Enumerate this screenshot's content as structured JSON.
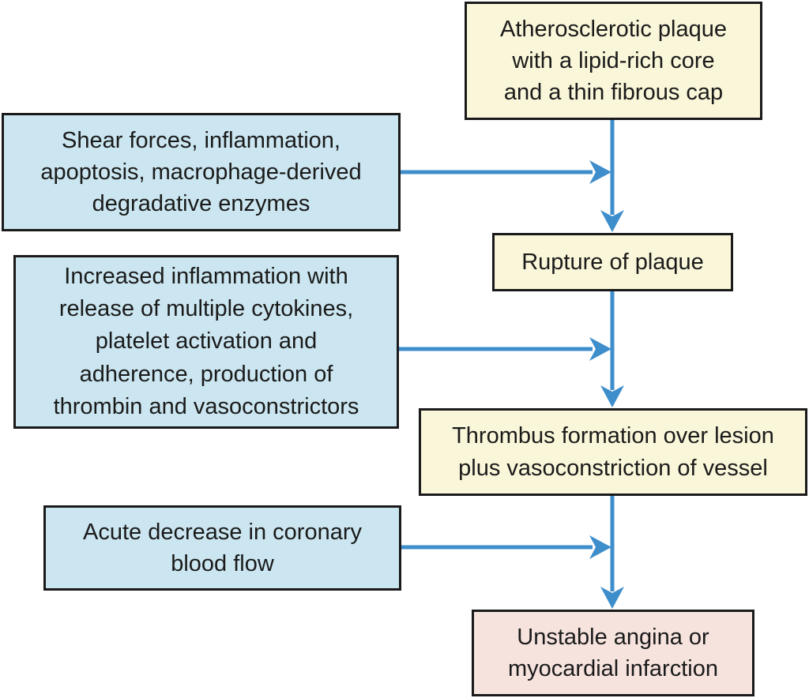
{
  "colors": {
    "background": "#ffffff",
    "node-yellow": "#faf6d9",
    "node-blue": "#cbe6f0",
    "node-pink": "#f6e3de",
    "border": "#1a1a1a",
    "text": "#1a1a1a",
    "arrow": "#3e8ecc"
  },
  "nodes": [
    {
      "id": "atherosclerotic-plaque",
      "type": "yellow",
      "lines": [
        "Atherosclerotic plaque",
        "with a lipid-rich core",
        "and a thin fibrous cap"
      ]
    },
    {
      "id": "shear-forces",
      "type": "blue",
      "lines": [
        "Shear forces, inflammation,",
        "apoptosis, macrophage-derived",
        "degradative enzymes"
      ]
    },
    {
      "id": "rupture-of-plaque",
      "type": "yellow",
      "lines": [
        "Rupture of plaque"
      ]
    },
    {
      "id": "increased-inflammation",
      "type": "blue",
      "lines": [
        "Increased inflammation with",
        "release of multiple cytokines,",
        "platelet activation and",
        "adherence, production of",
        "thrombin and vasoconstrictors"
      ]
    },
    {
      "id": "thrombus-formation",
      "type": "yellow",
      "lines": [
        "Thrombus formation over lesion",
        "plus vasoconstriction of vessel"
      ]
    },
    {
      "id": "acute-decrease",
      "type": "blue",
      "lines": [
        "Acute decrease in coronary",
        "blood flow"
      ]
    },
    {
      "id": "unstable-angina",
      "type": "pink",
      "lines": [
        "Unstable angina or",
        "myocardial infarction"
      ]
    }
  ],
  "edges": [
    {
      "from": "atherosclerotic-plaque",
      "to": "rupture-of-plaque",
      "direction": "down"
    },
    {
      "from": "shear-forces",
      "to": "rupture-of-plaque",
      "direction": "right-into-flow"
    },
    {
      "from": "rupture-of-plaque",
      "to": "thrombus-formation",
      "direction": "down"
    },
    {
      "from": "increased-inflammation",
      "to": "thrombus-formation",
      "direction": "right-into-flow"
    },
    {
      "from": "thrombus-formation",
      "to": "unstable-angina",
      "direction": "down"
    },
    {
      "from": "acute-decrease",
      "to": "unstable-angina",
      "direction": "right-into-flow"
    }
  ]
}
